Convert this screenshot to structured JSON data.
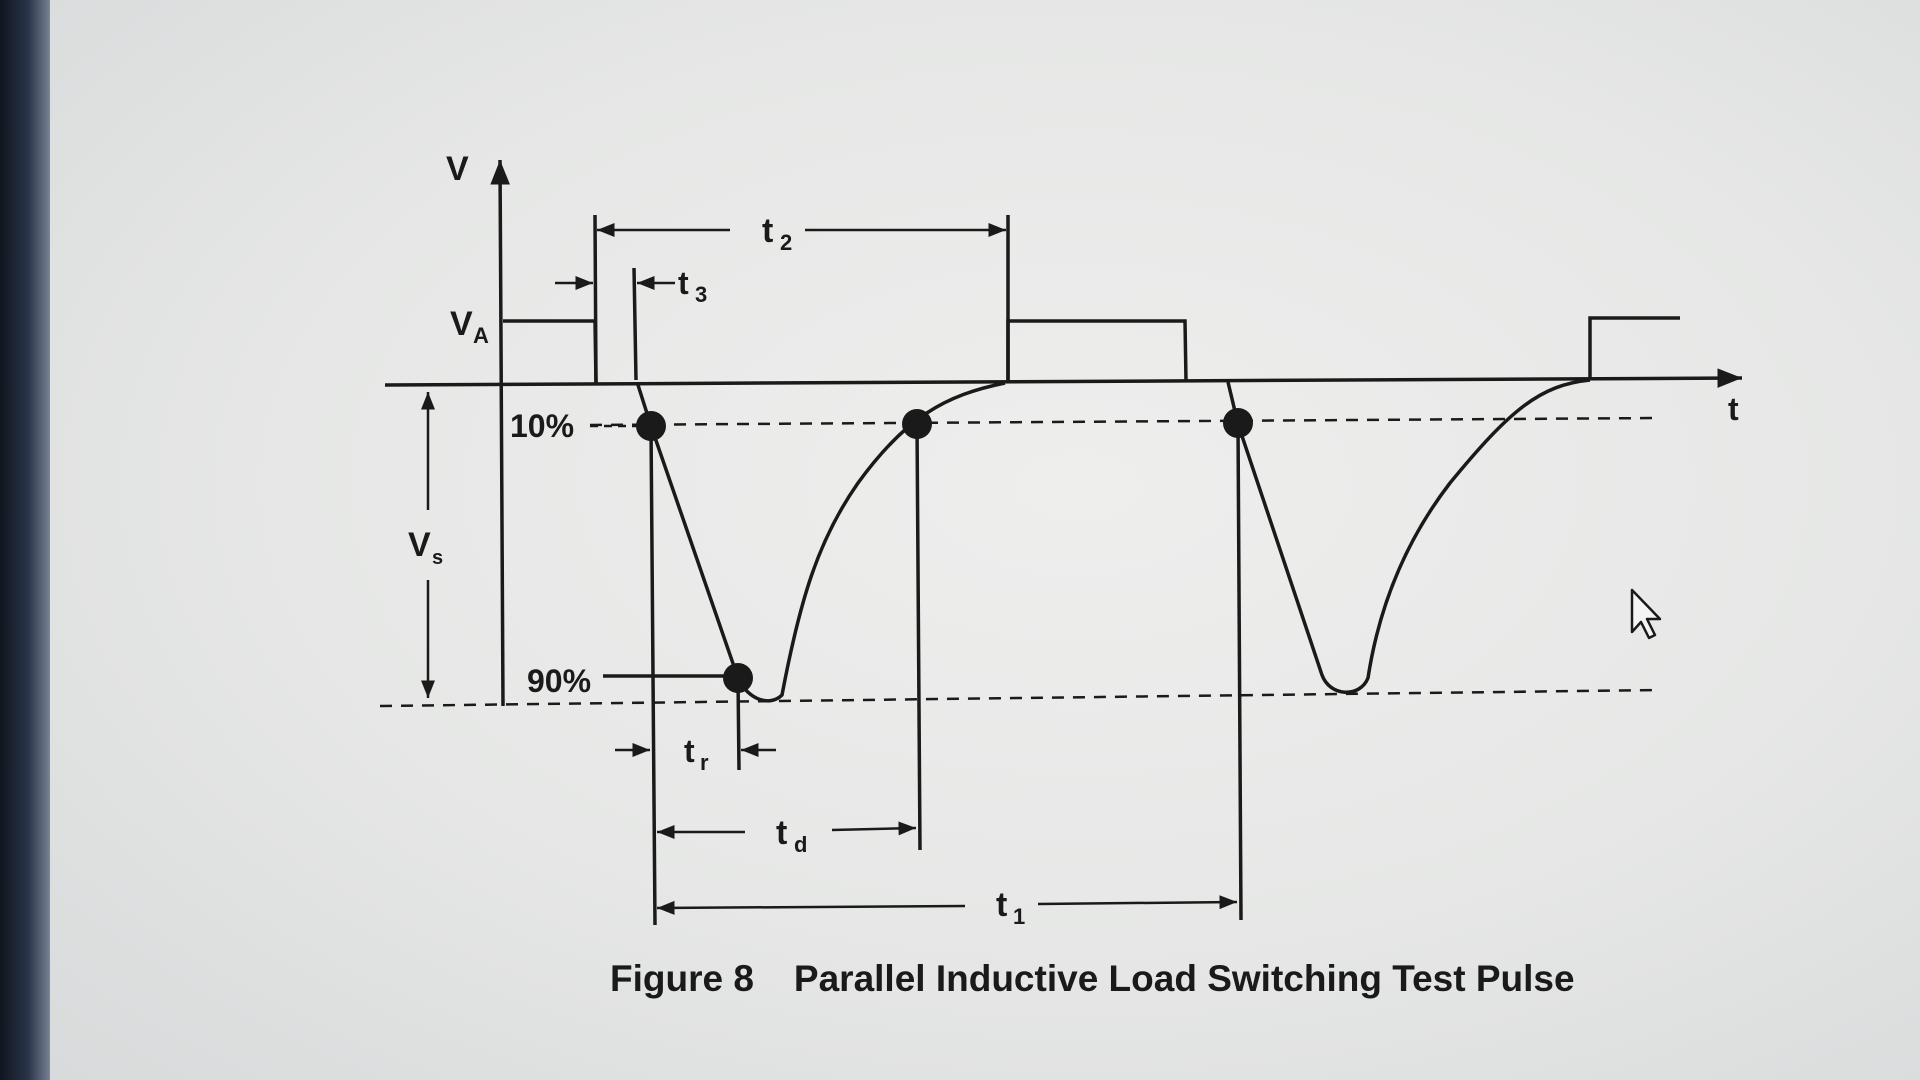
{
  "diagram": {
    "labels": {
      "v_axis": "V",
      "t_axis": "t",
      "va": "V",
      "va_sub": "A",
      "vs": "V",
      "vs_sub": "s",
      "pct10": "10%",
      "pct90": "90%",
      "t1": "t",
      "t1_sub": "1",
      "t2": "t",
      "t2_sub": "2",
      "t3": "t",
      "t3_sub": "3",
      "tr": "t",
      "tr_sub": "r",
      "td": "t",
      "td_sub": "d"
    },
    "caption": {
      "figure_number": "Figure 8",
      "title": "Parallel Inductive Load Switching Test Pulse"
    },
    "colors": {
      "ink": "#1a1a1a",
      "paper": "#e8e9e8"
    },
    "icons": [
      "mouse-pointer-icon"
    ]
  }
}
